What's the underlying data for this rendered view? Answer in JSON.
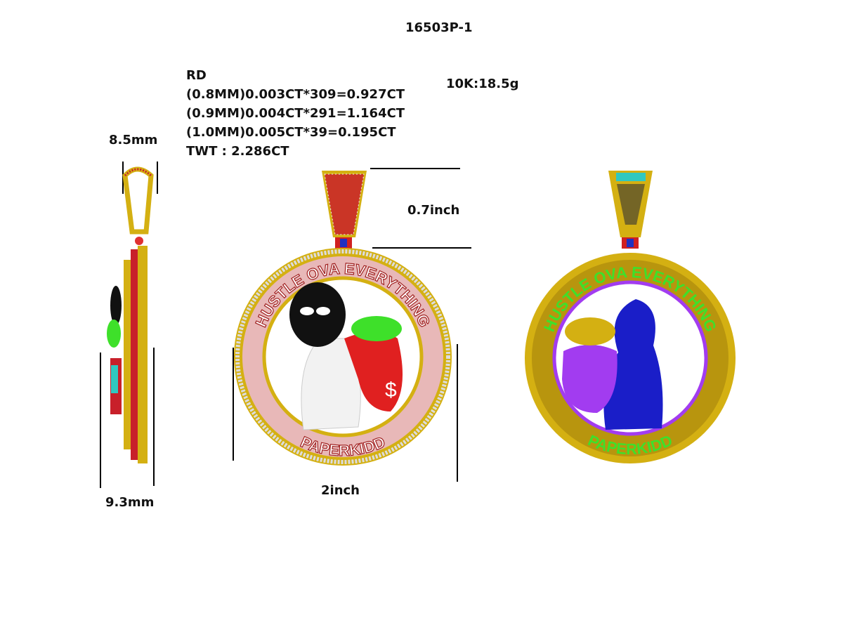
{
  "title": "16503P-1",
  "stone_spec": {
    "heading": "RD",
    "lines": [
      "(0.8MM)0.003CT*309=0.927CT",
      "(0.9MM)0.004CT*291=1.164CT",
      "(1.0MM)0.005CT*39=0.195CT"
    ],
    "total": "TWT : 2.286CT"
  },
  "metal_weight": "10K:18.5g",
  "dimensions": {
    "bail_thickness": "8.5mm",
    "pendant_thickness": "9.3mm",
    "bail_height": "0.7inch",
    "pendant_diameter": "2inch"
  },
  "pendant_lettering": {
    "top": "HUSTLE OVA EVERYTHING",
    "bottom": "PAPERKIDD"
  },
  "colors": {
    "gold": "#d4b012",
    "ruby": "#c8202a",
    "green_stone": "#3ee02a",
    "purple": "#a23cf0",
    "blue": "#1a1ec8",
    "black": "#111111",
    "turquoise": "#30c8c0"
  }
}
